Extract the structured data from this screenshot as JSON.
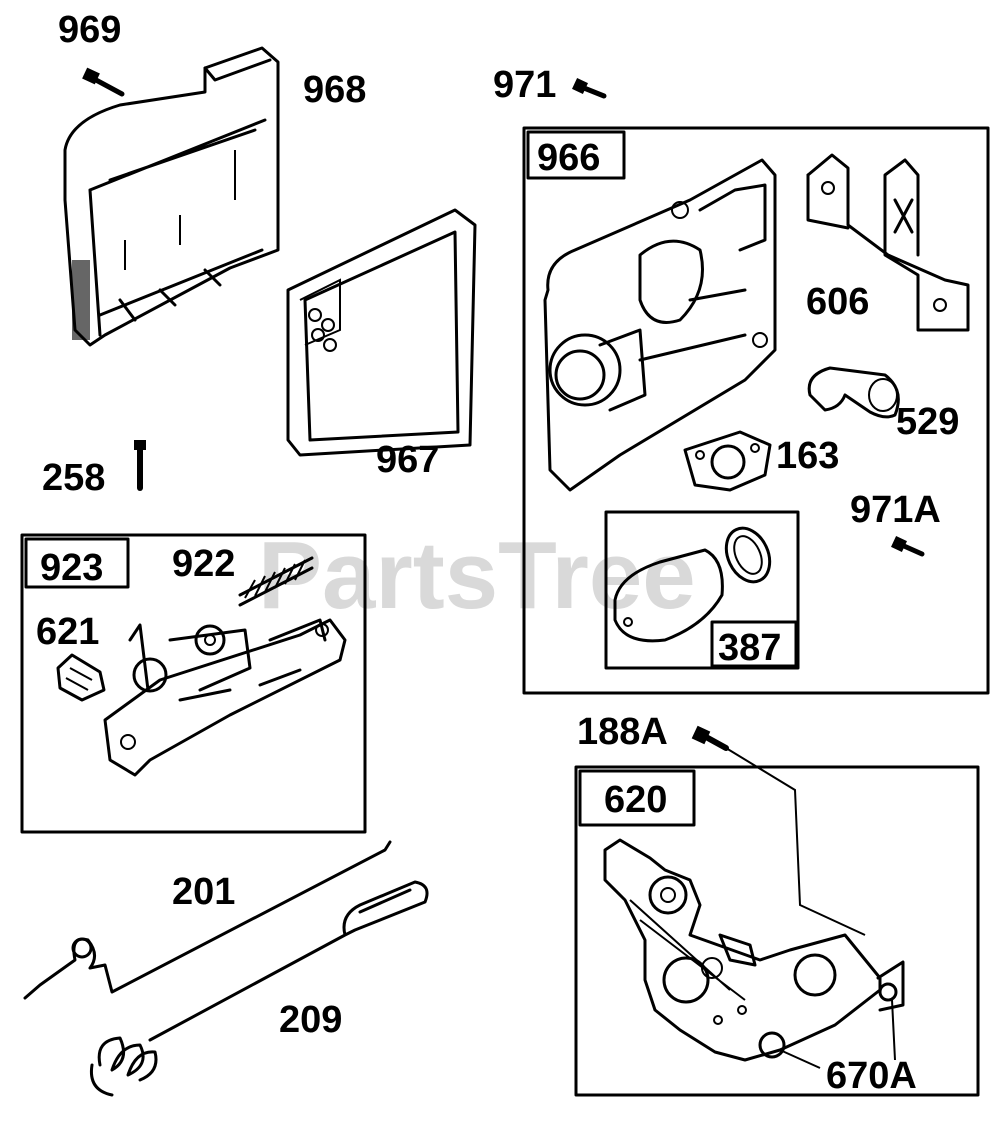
{
  "watermark": "PartsTree",
  "parts": {
    "p969": "969",
    "p968": "968",
    "p971": "971",
    "p966": "966",
    "p606": "606",
    "p529": "529",
    "p163": "163",
    "p258": "258",
    "p967": "967",
    "p971a": "971A",
    "p923": "923",
    "p922": "922",
    "p621": "621",
    "p387": "387",
    "p188a": "188A",
    "p620": "620",
    "p201": "201",
    "p209": "209",
    "p670a": "670A"
  }
}
